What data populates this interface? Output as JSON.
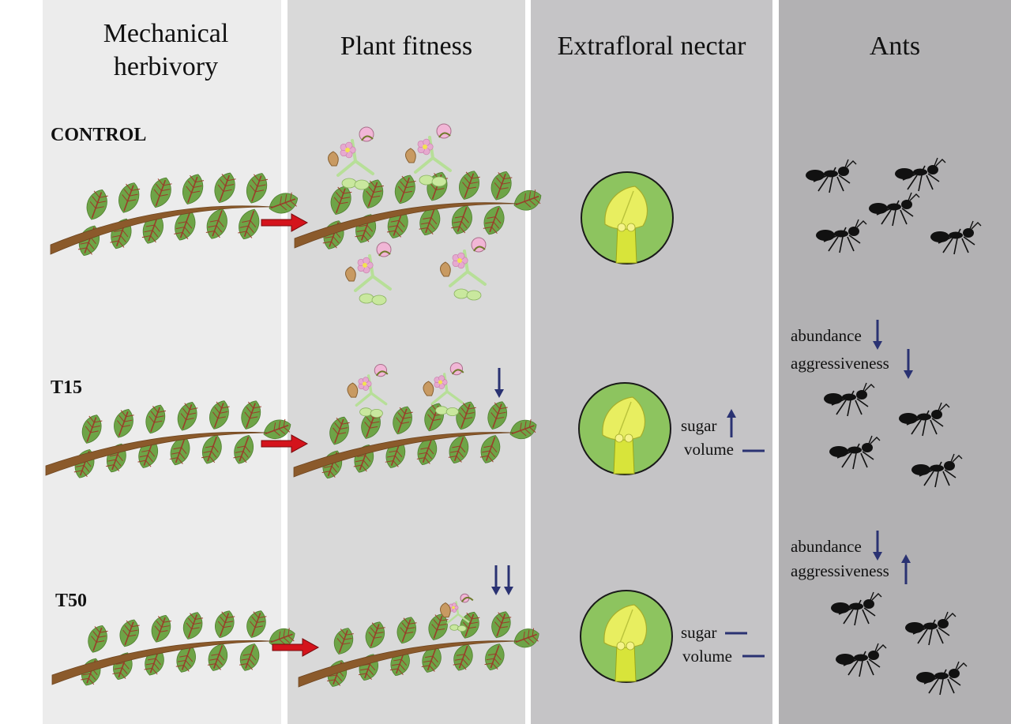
{
  "columns": [
    {
      "id": "mechanical",
      "title": "Mechanical herbivory"
    },
    {
      "id": "fitness",
      "title": "Plant fitness"
    },
    {
      "id": "nectar",
      "title": "Extrafloral nectar"
    },
    {
      "id": "ants",
      "title": "Ants"
    }
  ],
  "columns_title_lines": {
    "mechanical_line1": "Mechanical",
    "mechanical_line2": "herbivory"
  },
  "rows": [
    {
      "id": "control",
      "label": "CONTROL"
    },
    {
      "id": "t15",
      "label": "T15"
    },
    {
      "id": "t50",
      "label": "T50"
    }
  ],
  "nectar_labels": {
    "t15_sugar": "sugar",
    "t15_volume": "volume",
    "t50_sugar": "sugar",
    "t50_volume": "volume"
  },
  "ant_labels": {
    "t15_abundance": "abundance",
    "t15_aggressiveness": "aggressiveness",
    "t50_abundance": "abundance",
    "t50_aggressiveness": "aggressiveness"
  },
  "effects": {
    "fitness_t15": "decrease",
    "fitness_t50": "strong decrease",
    "t15_sugar": "increase",
    "t15_volume": "no change",
    "t50_sugar": "no change",
    "t50_volume": "no change",
    "t15_abundance": "decrease",
    "t15_aggressiveness": "decrease",
    "t50_abundance": "decrease",
    "t50_aggressiveness": "increase"
  },
  "colors": {
    "panel1": "#ececec",
    "panel2": "#d9d9d9",
    "panel3": "#c5c4c6",
    "panel4": "#b2b1b3",
    "arrow_red": "#d4141c",
    "indicator": "#2a3272",
    "leaf": "#6ea447",
    "leaf_vein": "#9a3d2a",
    "stem": "#8b5a2b",
    "nectary_bg": "#8dc45f",
    "flower_pink": "#e6a9cf",
    "ant": "#111111"
  },
  "icons": [
    "leafy-branch-icon",
    "red-arrow-icon",
    "flower-inflorescence-icon",
    "nectary-icon",
    "ant-icon",
    "down-arrow-icon",
    "up-arrow-icon",
    "no-change-dash-icon"
  ]
}
